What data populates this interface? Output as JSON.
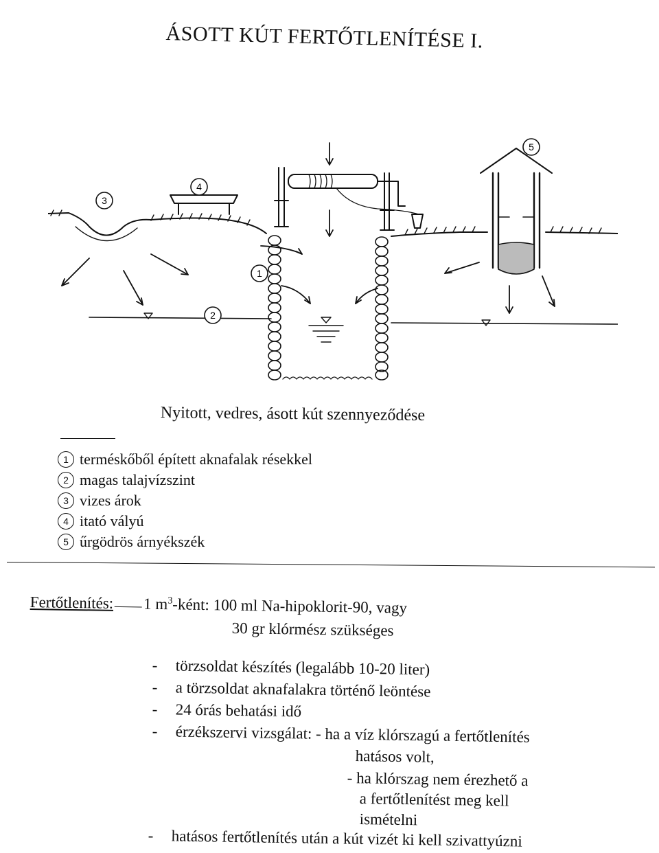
{
  "title": "ÁSOTT KÚT FERTŐTLENÍTÉSE I.",
  "diagram": {
    "callouts": [
      "1",
      "2",
      "3",
      "4",
      "5"
    ]
  },
  "caption": "Nyitott, vedres, ásott kút szennyeződése",
  "legend": [
    {
      "num": "1",
      "text": "terméskőből épített aknafalak résekkel"
    },
    {
      "num": "2",
      "text": "magas talajvízszint"
    },
    {
      "num": "3",
      "text": "vizes árok"
    },
    {
      "num": "4",
      "text": "itató vályú"
    },
    {
      "num": "5",
      "text": "űrgödrös árnyékszék"
    }
  ],
  "disinfection": {
    "label": "Fertőtlenítés:",
    "line1_pre": "1 m",
    "line1_sup": "3",
    "line1_post": "-ként: 100 ml Na-hipoklorit-90, vagy",
    "line2": "30 gr klórmész szükséges",
    "dash": "-",
    "steps": [
      "törzsoldat készítés (legalább 10-20 liter)",
      "a törzsoldat aknafalakra történő leöntése",
      "24 órás behatási idő",
      "érzékszervi vizsgálat: - ha a víz klórszagú a fertőtlenítés"
    ],
    "sub1_cont": "hatásos volt,",
    "sub2_a": "- ha klórszag nem érezhető a",
    "sub2_b": "a fertőtlenítést meg kell",
    "sub2_c": "ismételni",
    "final": "hatásos fertőtlenítés után a kút vizét ki kell szivattyúzni"
  }
}
